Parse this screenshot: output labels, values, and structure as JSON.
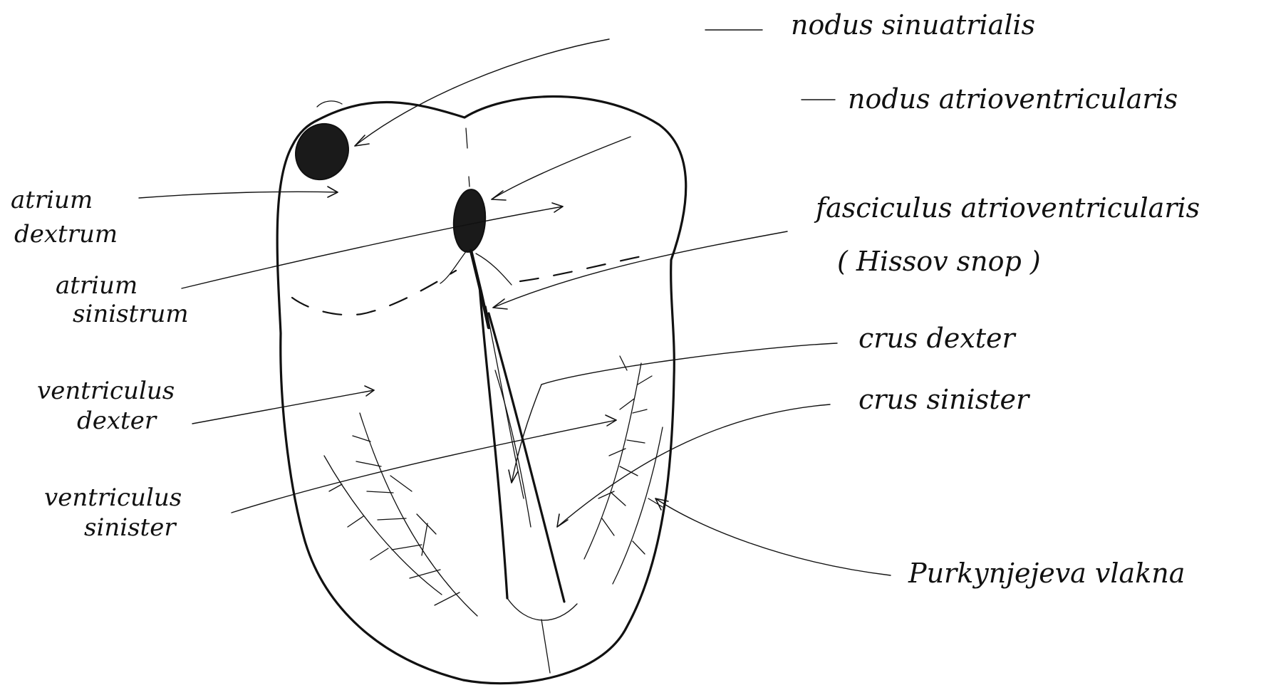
{
  "labels": {
    "nodus_sinuatrialis": "nodus sinuatrialis",
    "nodus_atrioventricularis": "nodus atrioventricularis",
    "fasciculus_line1": "fasciculus atrioventricularis",
    "fasciculus_line2": "( Hissov snop )",
    "crus_dexter": "crus dexter",
    "crus_sinister": "crus sinister",
    "purkynje": "Purkynjejeva vlakna",
    "atrium_dextrum_line1": "atrium",
    "atrium_dextrum_line2": "dextrum",
    "atrium_sinistrum_line1": "atrium",
    "atrium_sinistrum_line2": "sinistrum",
    "ventriculus_dexter_line1": "ventriculus",
    "ventriculus_dexter_line2": "dexter",
    "ventriculus_sinister_line1": "ventriculus",
    "ventriculus_sinister_line2": "sinister"
  },
  "colors": {
    "ink": "#111111",
    "node_fill": "#1a1a1a",
    "background": "#ffffff"
  }
}
